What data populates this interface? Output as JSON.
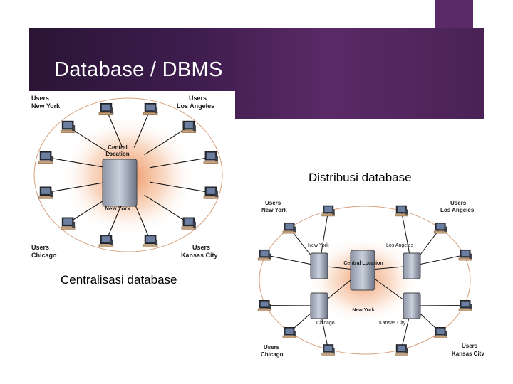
{
  "slide": {
    "title": "Database / DBMS",
    "accent_color": "#5a2a66"
  },
  "centralized": {
    "caption": "Centralisasi database",
    "server_label_1": "Central",
    "server_label_2": "Location",
    "server_city": "New York",
    "corner_labels": [
      {
        "line1": "Users",
        "line2": "New York"
      },
      {
        "line1": "Users",
        "line2": "Los Angeles"
      },
      {
        "line1": "Users",
        "line2": "Chicago"
      },
      {
        "line1": "Users",
        "line2": "Kansas City"
      }
    ]
  },
  "distributed": {
    "caption": "Distribusi database",
    "center_label": "Central Location",
    "center_city": "New York",
    "server_labels": [
      "New York",
      "Los Angeles",
      "Chicago",
      "Kansas City"
    ],
    "corner_labels": [
      {
        "line1": "Users",
        "line2": "New York"
      },
      {
        "line1": "Users",
        "line2": "Los Angeles"
      },
      {
        "line1": "Users",
        "line2": "Chicago"
      },
      {
        "line1": "Users",
        "line2": "Kansas City"
      }
    ]
  }
}
